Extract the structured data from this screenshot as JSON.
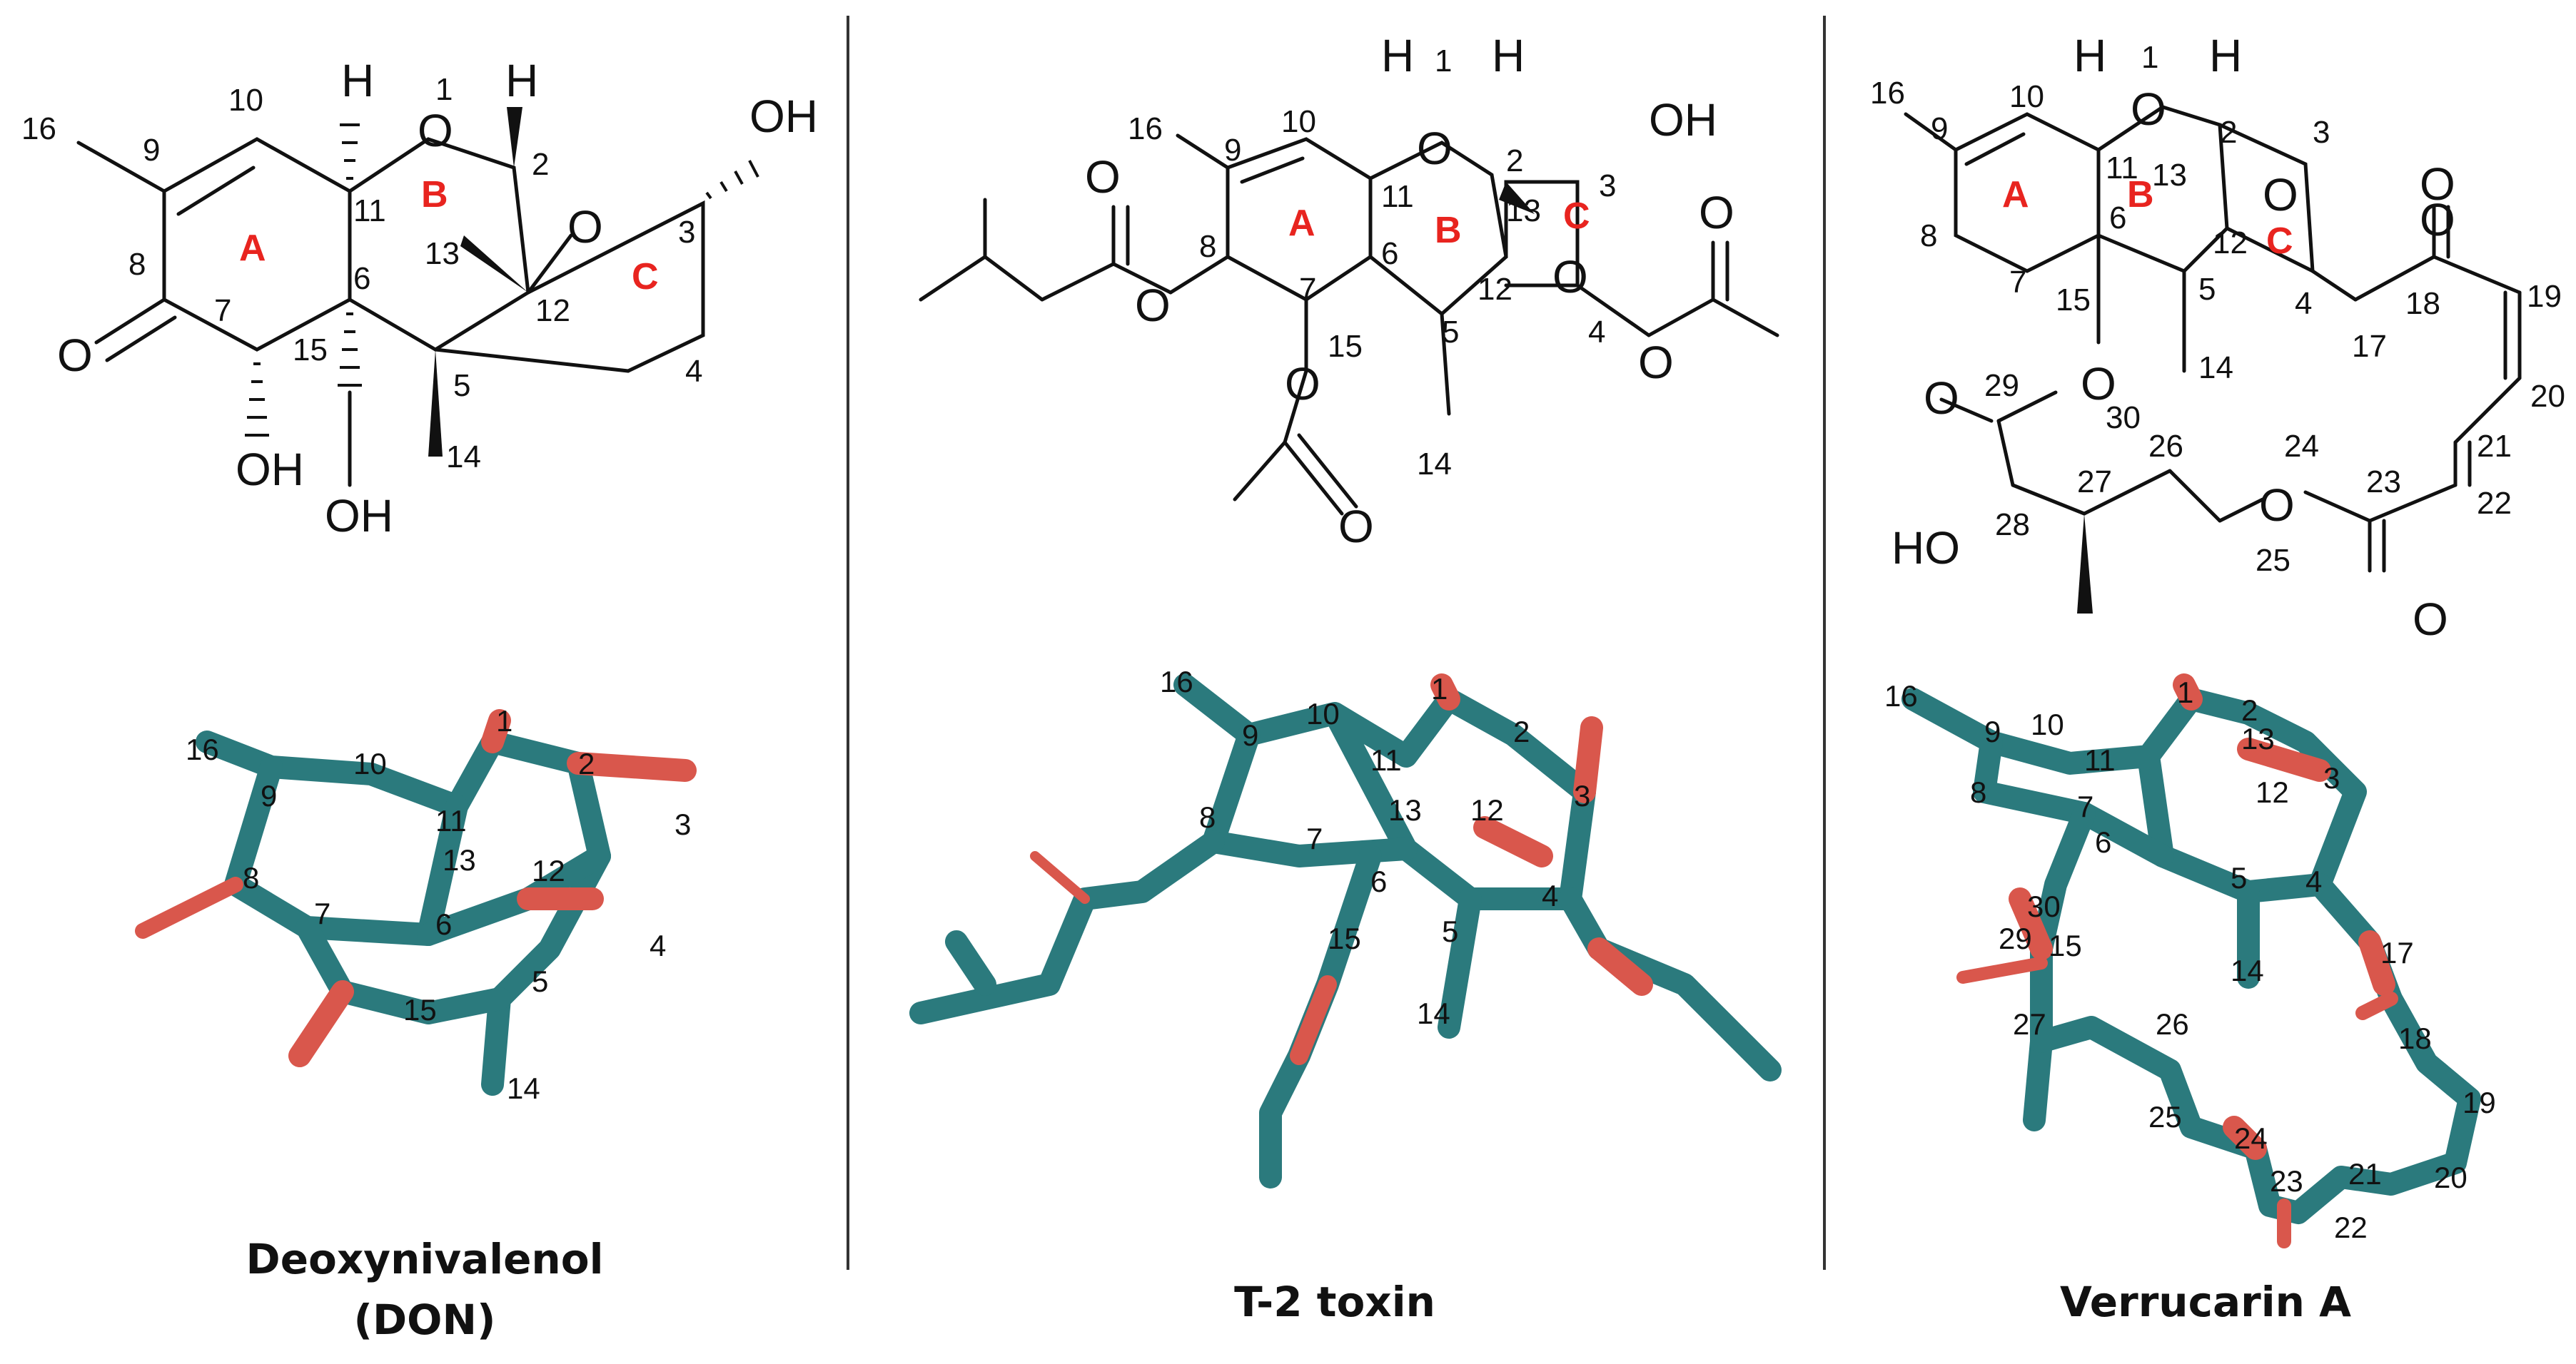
{
  "colors": {
    "carbon": "#2b7a7d",
    "oxygen": "#d9574c",
    "ring_label": "#e8241f",
    "ink": "#111111"
  },
  "compounds": [
    {
      "name": "Deoxynivalenol",
      "abbr": "(DON)",
      "rings": [
        "A",
        "B",
        "C"
      ],
      "atoms": {
        "H": "H",
        "O": "O",
        "OH": "OH"
      },
      "numbers": [
        "1",
        "2",
        "3",
        "4",
        "5",
        "6",
        "7",
        "8",
        "9",
        "10",
        "11",
        "12",
        "13",
        "14",
        "15",
        "16"
      ]
    },
    {
      "name": "T-2 toxin",
      "rings": [
        "A",
        "B",
        "C"
      ],
      "atoms": {
        "H": "H",
        "O": "O",
        "OH": "OH"
      },
      "numbers": [
        "1",
        "2",
        "3",
        "4",
        "5",
        "6",
        "7",
        "8",
        "9",
        "10",
        "11",
        "12",
        "13",
        "14",
        "15",
        "16"
      ]
    },
    {
      "name": "Verrucarin A",
      "rings": [
        "A",
        "B",
        "C"
      ],
      "atoms": {
        "H": "H",
        "O": "O",
        "HO": "HO"
      },
      "numbers": [
        "1",
        "2",
        "3",
        "4",
        "5",
        "6",
        "7",
        "8",
        "9",
        "10",
        "11",
        "12",
        "13",
        "14",
        "15",
        "16",
        "17",
        "18",
        "19",
        "20",
        "21",
        "22",
        "23",
        "24",
        "25",
        "26",
        "27",
        "28",
        "29",
        "30"
      ]
    }
  ]
}
